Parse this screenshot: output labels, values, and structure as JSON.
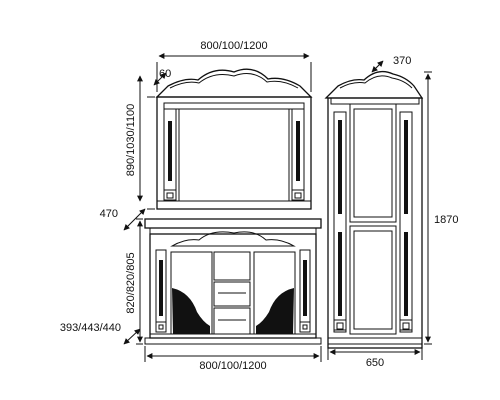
{
  "dimensions": {
    "mirror_width": "800/100/1200",
    "mirror_depth": "60",
    "mirror_height": "890/1030/1100",
    "cabinet_depth": "470",
    "base_height": "820/820/805",
    "base_depth": "393/443/440",
    "base_width": "800/100/1200",
    "column_depth": "370",
    "column_height": "1870",
    "column_width": "650"
  },
  "colors": {
    "line": "#111111",
    "background": "#ffffff"
  }
}
